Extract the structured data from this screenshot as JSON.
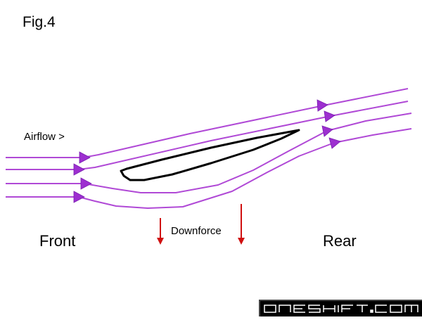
{
  "figure": {
    "title": "Fig.4",
    "airflow_label": "Airflow >",
    "front_label": "Front",
    "rear_label": "Rear",
    "downforce_label": "Downforce"
  },
  "logo": {
    "text": "ONESHIFT.COM",
    "word_one": "ONE",
    "word_two": "SHIFT",
    "word_three": ".COM"
  },
  "colors": {
    "airflow_line": "#b049d6",
    "airflow_arrow": "#9d2fd0",
    "wing": "#000000",
    "downforce_arrow": "#d01010",
    "logo_background": "#000000",
    "logo_text": "#ffffff"
  }
}
